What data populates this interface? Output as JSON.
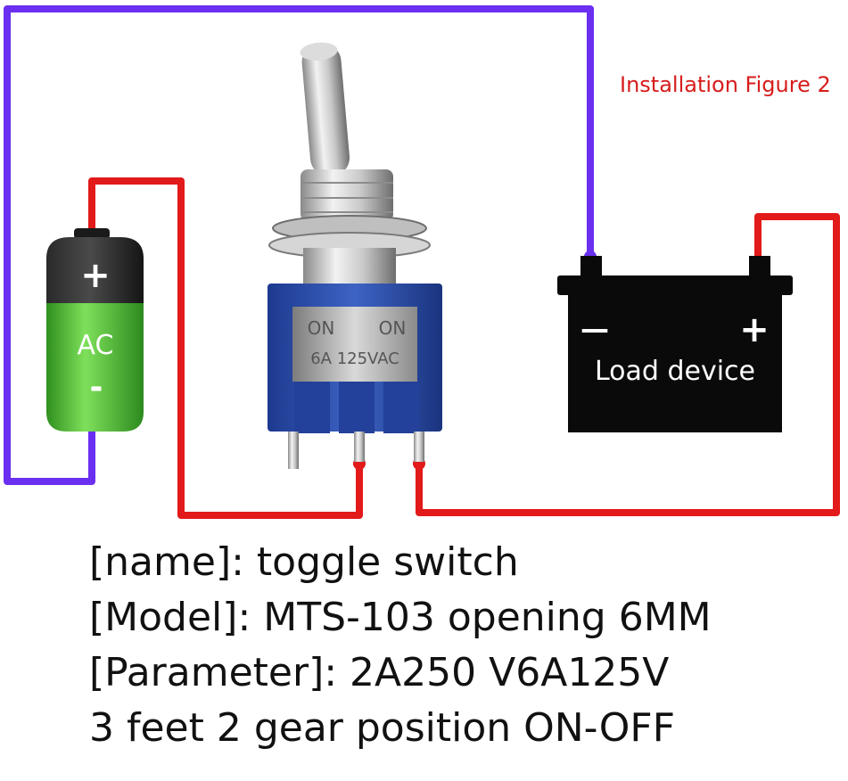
{
  "figure_label": "Installation Figure 2",
  "battery": {
    "plus": "+",
    "label": "AC",
    "minus": "-"
  },
  "switch": {
    "left_marking": "ON",
    "right_marking": "ON",
    "rating_marking": "6A 125VAC"
  },
  "load": {
    "minus": "—",
    "plus": "+",
    "label": "Load device"
  },
  "specs": [
    "[name]: toggle switch",
    "[Model]: MTS-103 opening 6MM",
    "[Parameter]: 2A250 V6A125V",
    "3 feet 2 gear position ON-OFF"
  ],
  "colors": {
    "wire_purple": "#6a2ff0",
    "wire_red": "#e21a1a",
    "label_red": "#d71c1c",
    "switch_blue": "#2f4ea8",
    "load_black": "#0a0a0a",
    "battery_green": "#5ec83a"
  }
}
